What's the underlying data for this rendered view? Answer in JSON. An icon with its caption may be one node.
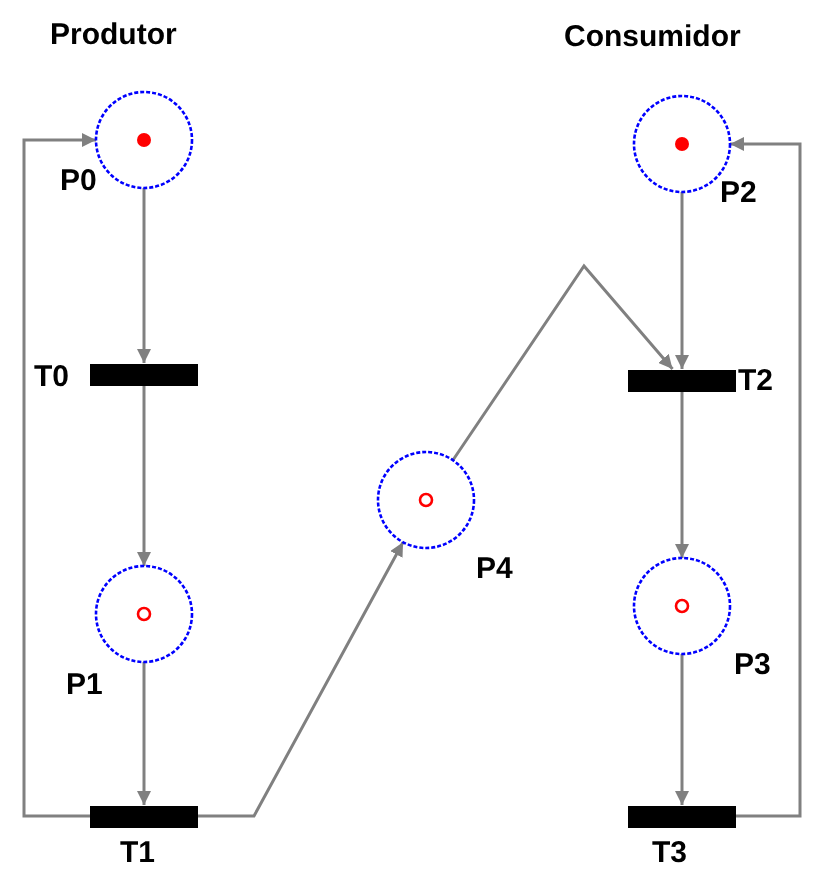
{
  "diagram": {
    "nodes": [
      {
        "text": [],
        "shape": "circle",
        "beside": [
          "P0"
        ]
      },
      {
        "text": [],
        "shape": "circle",
        "beside": [
          "P2"
        ]
      },
      {
        "text": [],
        "shape": "bar",
        "beside": [
          "T0"
        ]
      },
      {
        "text": [],
        "shape": "bar",
        "beside": [
          "T2"
        ]
      },
      {
        "text": [],
        "shape": "circle",
        "beside": [
          "P4"
        ]
      },
      {
        "text": [],
        "shape": "circle",
        "beside": [
          "P1"
        ]
      },
      {
        "text": [],
        "shape": "circle",
        "beside": [
          "P3"
        ]
      },
      {
        "text": [],
        "shape": "bar",
        "beside": [
          "T1"
        ]
      },
      {
        "text": [],
        "shape": "bar",
        "beside": [
          "T3"
        ]
      }
    ],
    "edges": [
      {
        "from": 0,
        "to": 2,
        "arrow": "to"
      },
      {
        "from": 2,
        "to": 5,
        "arrow": "to"
      },
      {
        "from": 5,
        "to": 7,
        "arrow": "to"
      },
      {
        "from": 7,
        "to": 0,
        "arrow": "to"
      },
      {
        "from": 7,
        "to": 4,
        "arrow": "to"
      },
      {
        "from": 4,
        "to": 3,
        "arrow": "to"
      },
      {
        "from": 1,
        "to": 3,
        "arrow": "to"
      },
      {
        "from": 3,
        "to": 6,
        "arrow": "to"
      },
      {
        "from": 6,
        "to": 8,
        "arrow": "to"
      },
      {
        "from": 8,
        "to": 1,
        "arrow": "to"
      }
    ],
    "labels": [
      "Produtor",
      "Consumidor"
    ]
  }
}
